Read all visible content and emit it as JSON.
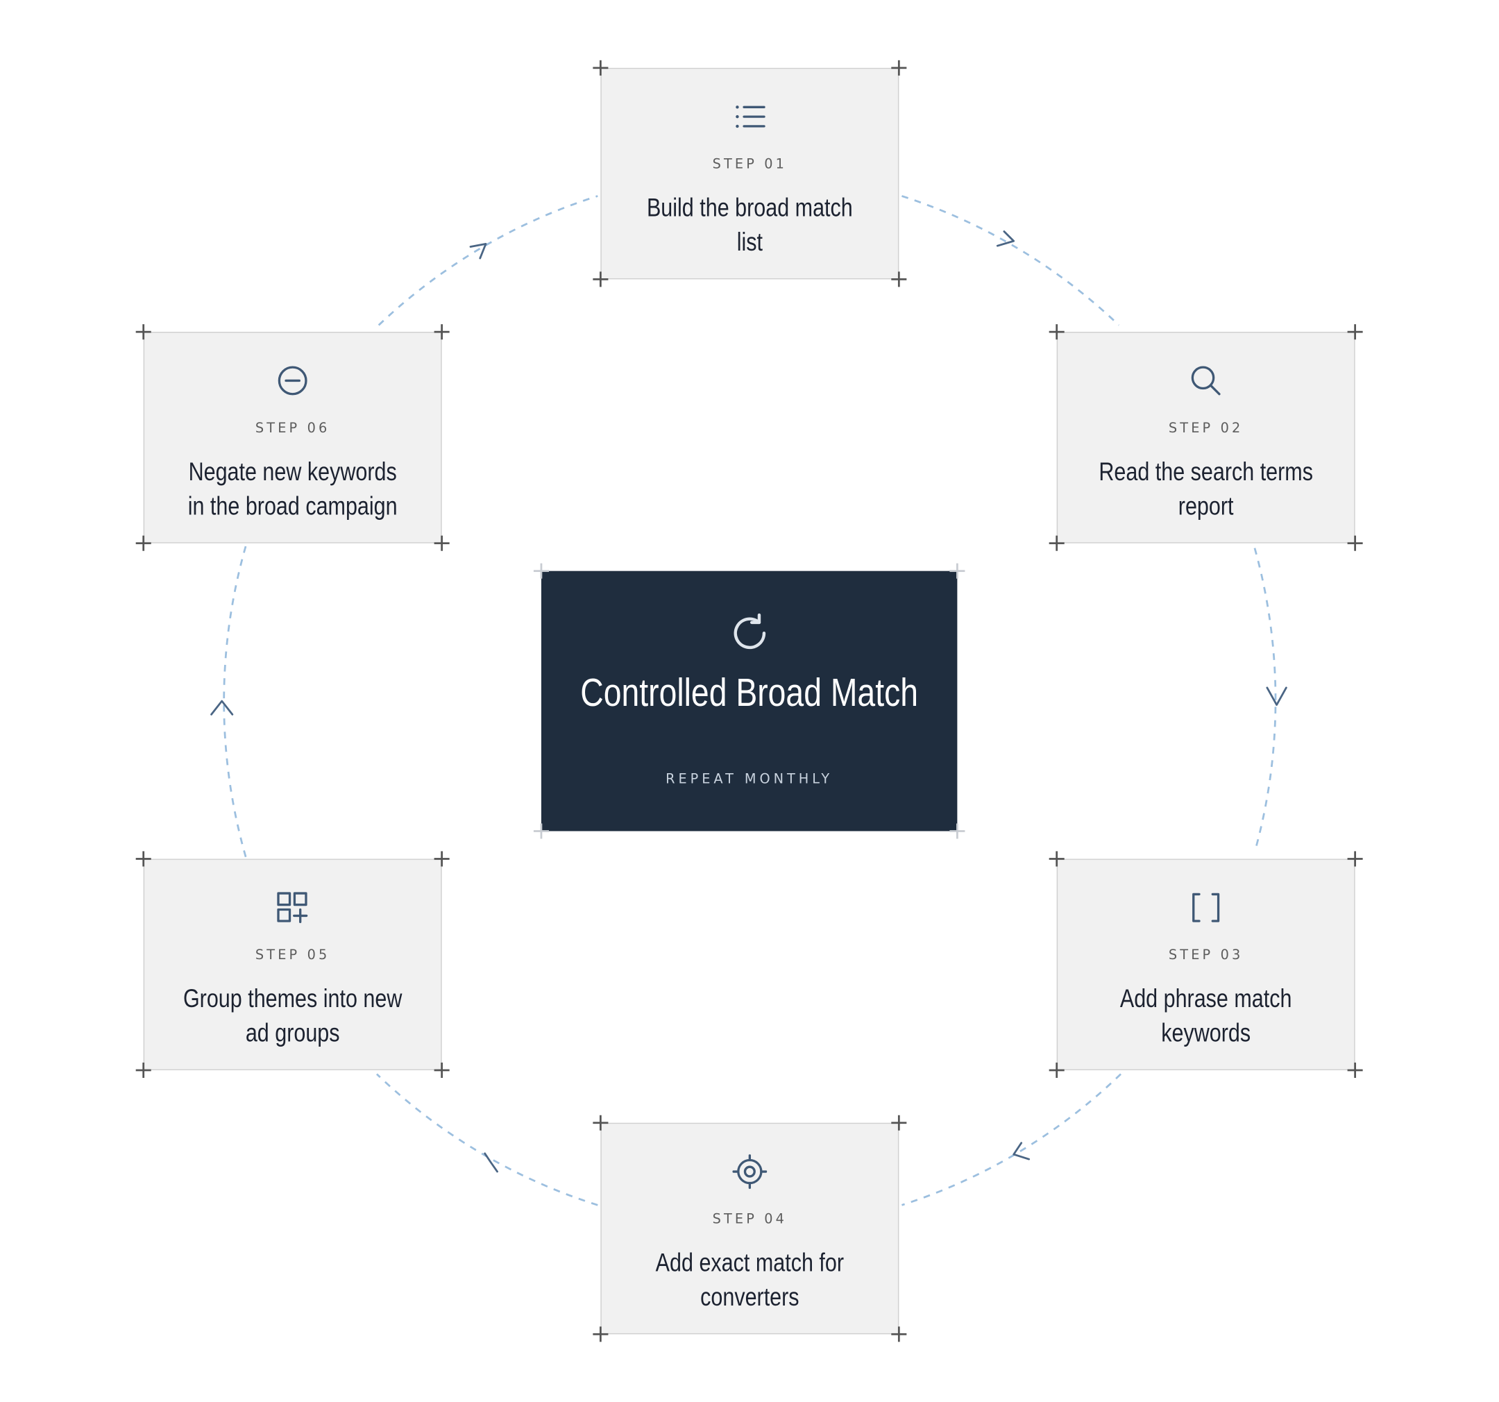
{
  "diagram": {
    "center": {
      "title": "Controlled Broad Match",
      "subtitle": "REPEAT MONTHLY",
      "icon": "refresh-icon",
      "background": "#1f2d3e"
    },
    "steps": [
      {
        "label": "STEP 01",
        "title": "Build the broad match list",
        "icon": "list-icon"
      },
      {
        "label": "STEP 02",
        "title": "Read the search terms report",
        "icon": "search-icon"
      },
      {
        "label": "STEP 03",
        "title": "Add phrase match keywords",
        "icon": "brackets-icon"
      },
      {
        "label": "STEP 04",
        "title": "Add exact match for converters",
        "icon": "target-icon"
      },
      {
        "label": "STEP 05",
        "title": "Group themes into new ad groups",
        "icon": "add-grid-icon"
      },
      {
        "label": "STEP 06",
        "title": "Negate new keywords in the broad campaign",
        "icon": "minus-circle-icon"
      }
    ],
    "colors": {
      "card_background": "#f1f1f1",
      "connector": "#9cbfdf",
      "arrow": "#4a6584",
      "icon": "#3f5875"
    }
  }
}
